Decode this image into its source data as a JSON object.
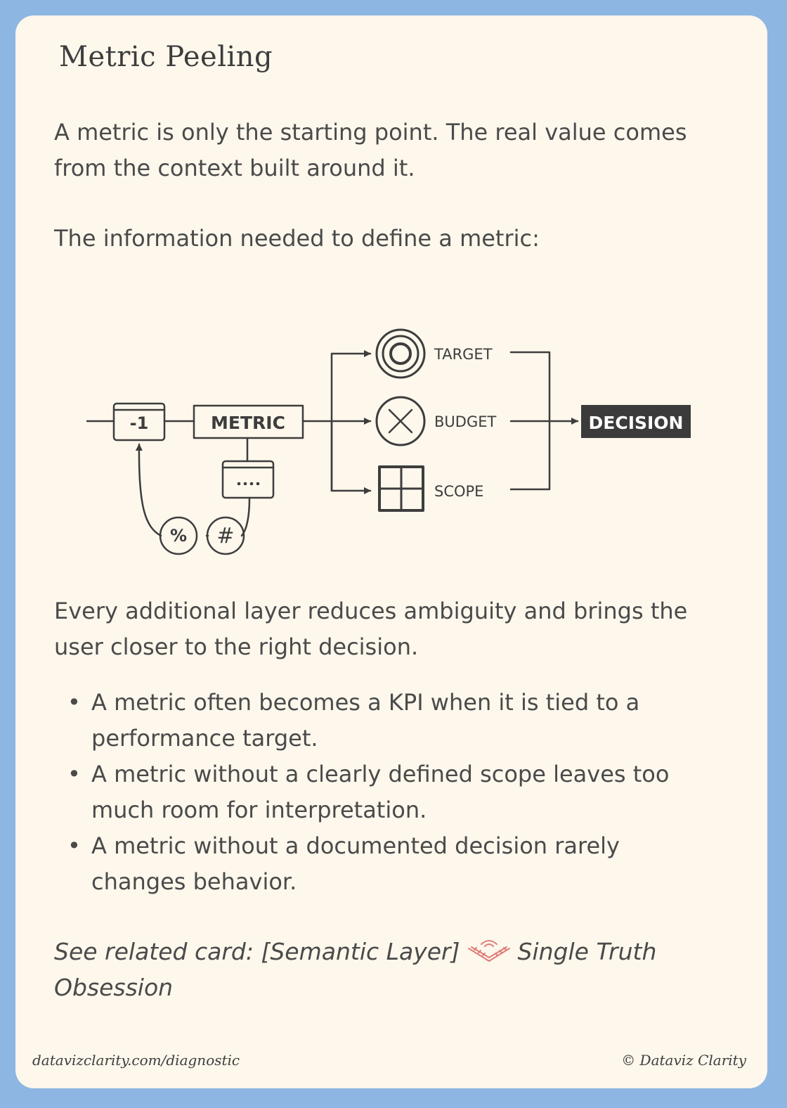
{
  "title": "Metric Peeling",
  "intro": "A metric is only the starting point. The real value comes from the context built around it.",
  "lead": "The information needed to define a metric:",
  "diagram": {
    "offset_label": "-1",
    "metric_label": "METRIC",
    "percent_symbol": "%",
    "number_symbol": "#",
    "branches": [
      "TARGET",
      "BUDGET",
      "SCOPE"
    ],
    "decision_label": "DECISION"
  },
  "layer_text": "Every additional layer reduces ambiguity and brings the user closer to the right decision.",
  "bullets": [
    "A metric often becomes a KPI when it is tied to a performance target.",
    "A metric without a clearly defined scope leaves too much room for interpretation.",
    "A metric without a documented decision rarely changes behavior."
  ],
  "related": {
    "prefix": "See related card: [Semantic Layer]",
    "link": "Single Truth Obsession",
    "icon": "related-card-icon",
    "icon_color": "#e07b76"
  },
  "footer": {
    "left": "datavizclarity.com/diagnostic",
    "right": "© Dataviz Clarity"
  },
  "colors": {
    "frame": "#8eb6e2",
    "card": "#fdf7ec",
    "ink": "#3d3d3d",
    "decision_fill": "#3b3b3b"
  }
}
